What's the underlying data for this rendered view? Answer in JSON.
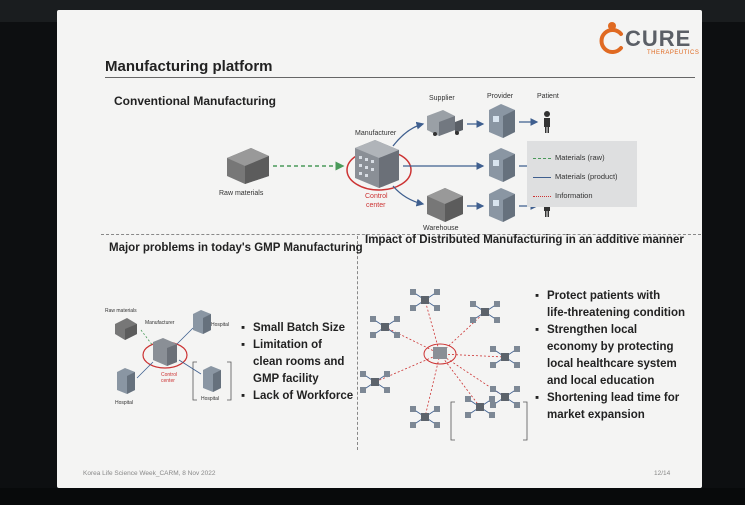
{
  "logo": {
    "word": "CURE",
    "sub": "THERAPEUTICS"
  },
  "title": "Manufacturing platform",
  "conventional": {
    "heading": "Conventional Manufacturing",
    "labels": {
      "raw_materials": "Raw materials",
      "manufacturer": "Manufacturer",
      "control_center_1": "Control",
      "control_center_2": "center",
      "supplier": "Supplier",
      "provider": "Provider",
      "patient": "Patient",
      "warehouse": "Warehouse"
    },
    "legend": [
      {
        "label": "Materials (raw)",
        "style": "dashed",
        "color": "#4a9a5a"
      },
      {
        "label": "Materials (product)",
        "style": "solid",
        "color": "#3f5f8f"
      },
      {
        "label": "Information",
        "style": "dotted",
        "color": "#cc3333"
      }
    ]
  },
  "problems": {
    "heading": "Major problems in today's GMP Manufacturing",
    "mini_labels": {
      "raw_materials": "Raw materials",
      "manufacturer": "Manufacturer",
      "hospital_1": "Hospital",
      "control_center_1": "Control",
      "control_center_2": "center",
      "hospital_2": "Hospital",
      "hospital_3": "Hospital"
    },
    "bullets": [
      "Small Batch Size",
      "Limitation of",
      "clean rooms and",
      "GMP facility",
      "Lack of Workforce"
    ]
  },
  "impact": {
    "heading": "Impact of Distributed Manufacturing in an additive manner",
    "bullets": [
      "Protect patients with",
      "life-threatening condition",
      "Strengthen local",
      "economy by protecting",
      "local healthcare system",
      "and local education",
      "Shortening lead time for",
      "market expansion"
    ]
  },
  "footer": {
    "left": "Korea Life Science Week_CARM, 8 Nov 2022",
    "right": "12/14"
  },
  "colors": {
    "control_ring": "#cc3333",
    "logo_orange": "#e06a22",
    "product_line": "#3f5f8f",
    "raw_line": "#4a9a5a"
  }
}
